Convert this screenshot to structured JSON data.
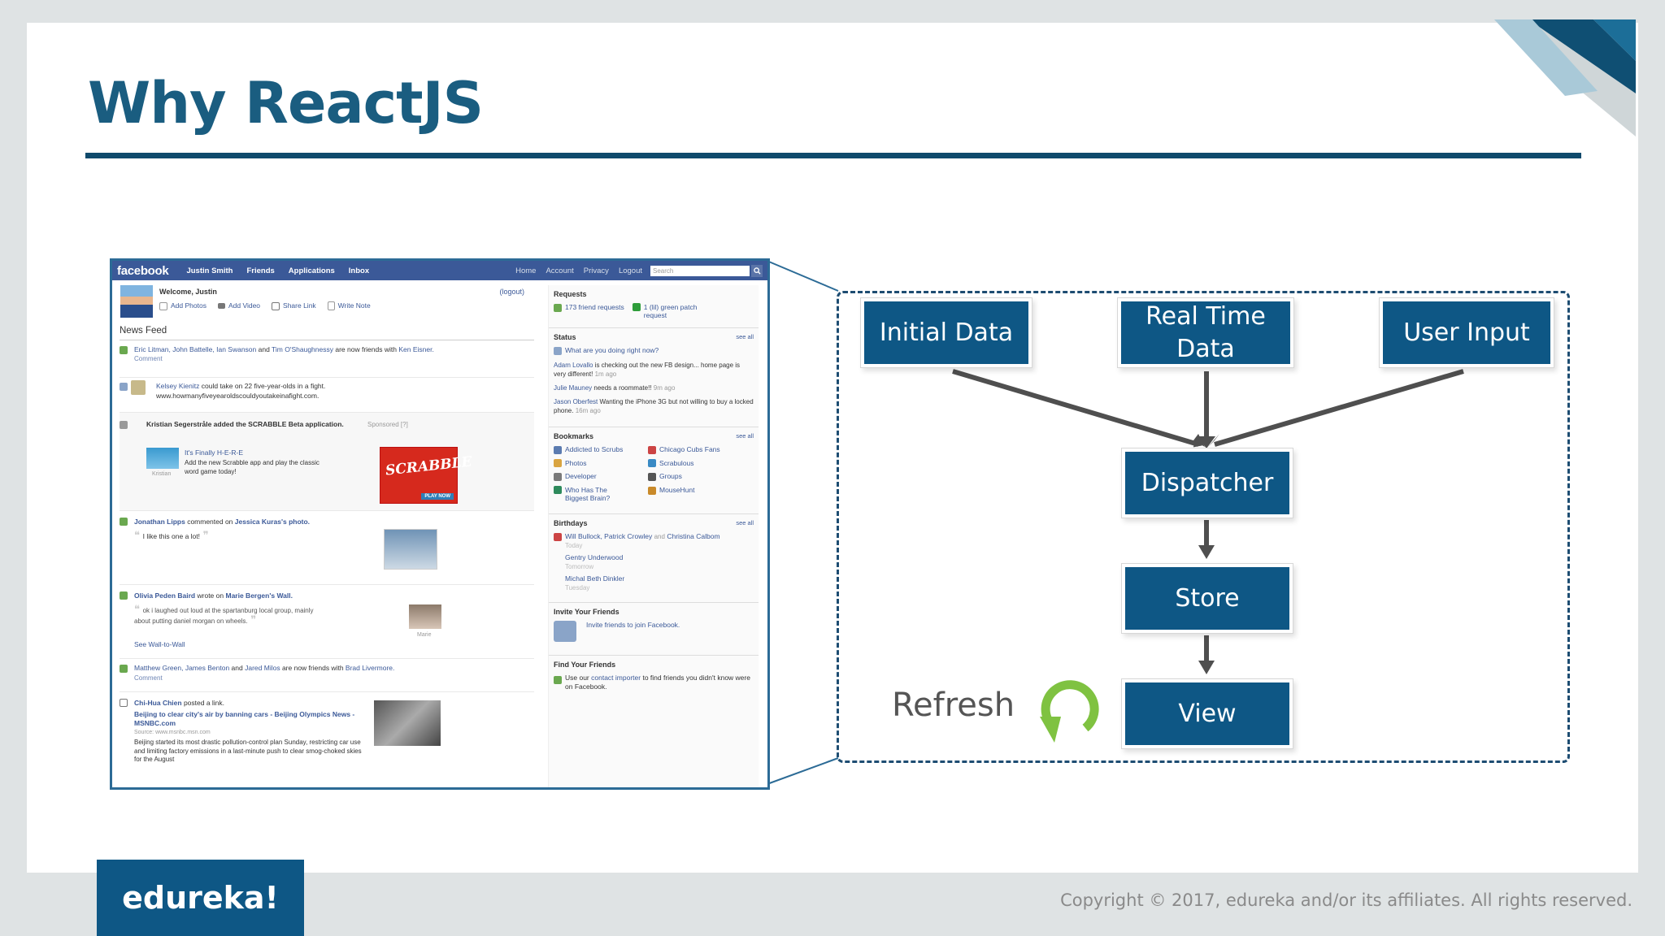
{
  "slide": {
    "title": "Why ReactJS",
    "logo": "edureka!",
    "copyright": "Copyright © 2017, edureka and/or its affiliates. All rights reserved."
  },
  "colors": {
    "title": "#1a5d80",
    "box": "#0e5785",
    "arrow": "#4f4f4f",
    "refresh": "#7fc241",
    "facebook_bar": "#3b5998"
  },
  "diagram": {
    "boxes": {
      "initial_data": "Initial Data",
      "real_time_line1": "Real Time",
      "real_time_line2": "Data",
      "user_input": "User Input",
      "dispatcher": "Dispatcher",
      "store": "Store",
      "view": "View"
    },
    "refresh_label": "Refresh",
    "refresh_icon": "refresh-arrow-icon"
  },
  "facebook": {
    "logo": "facebook",
    "nav": [
      "Justin Smith",
      "Friends",
      "Applications",
      "Inbox"
    ],
    "right_nav": [
      "Home",
      "Account",
      "Privacy",
      "Logout"
    ],
    "search_placeholder": "Search",
    "welcome": "Welcome, Justin",
    "logout": "(logout)",
    "actions": [
      "Add Photos",
      "Add Video",
      "Share Link",
      "Write Note"
    ],
    "news_feed_title": "News Feed",
    "feed": {
      "f1_link": "Eric Litman, John Battelle, Ian Swanson",
      "f1_and": "and",
      "f1_link2": "Tim O'Shaughnessy",
      "f1_text": "are now friends with",
      "f1_link3": "Ken Eisner.",
      "f1_comment": "Comment",
      "f2_link": "Kelsey Kienitz",
      "f2_text": "could take on 22 five-year-olds in a fight.",
      "f2_url": "www.howmanyfiveyearoldscouldyoutakeinafight.com.",
      "f3_text": "Kristian Segerstråle added the SCRABBLE Beta application.",
      "f3_sponsored": "Sponsored [?]",
      "f3_headline": "It's Finally H-E-R-E",
      "f3_body": "Add the new Scrabble app and play the classic word game today!",
      "f3_caption": "Kristian",
      "f3_ad_title": "SCRABBLE",
      "f3_ad_button": "PLAY NOW",
      "f4_link": "Jonathan Lipps",
      "f4_text": "commented on",
      "f4_link2": "Jessica Kuras's photo.",
      "f4_quote": "I like this one a lot!",
      "f5_link": "Olivia Peden Baird",
      "f5_text": "wrote on",
      "f5_link2": "Marie Bergen's Wall.",
      "f5_quote": "ok i laughed out loud at the spartanburg local group, mainly about putting daniel morgan on wheels.",
      "f5_caption": "Marie",
      "f5_see": "See Wall-to-Wall",
      "f6_link": "Matthew Green, James Benton",
      "f6_and": "and",
      "f6_link2": "Jared Milos",
      "f6_text": "are now friends with",
      "f6_link3": "Brad Livermore.",
      "f6_comment": "Comment",
      "f7_link": "Chi-Hua Chien",
      "f7_text": "posted a link.",
      "f7_headline": "Beijing to clear city's air by banning cars - Beijing Olympics News - MSNBC.com",
      "f7_source": "Source: www.msnbc.msn.com",
      "f7_body": "Beijing started its most drastic pollution-control plan Sunday, restricting car use and limiting factory emissions in a last-minute push to clear smog-choked skies for the August"
    },
    "sidebar": {
      "requests_title": "Requests",
      "req_friends": "173 friend requests",
      "req_patch": "1 (lil) green patch request",
      "status_title": "Status",
      "see_all": "see all",
      "status_prompt": "What are you doing right now?",
      "s1_link": "Adam Lovallo",
      "s1_text": "is checking out the new FB design... home page is very different!",
      "s1_time": "1m ago",
      "s2_link": "Julie Mauney",
      "s2_text": "needs a roommate!!",
      "s2_time": "9m ago",
      "s3_link": "Jason Oberfest",
      "s3_text": "Wanting the iPhone 3G but not willing to buy a locked phone.",
      "s3_time": "16m ago",
      "bookmarks_title": "Bookmarks",
      "bookmarks": [
        "Addicted to Scrubs",
        "Chicago Cubs Fans",
        "Photos",
        "Scrabulous",
        "Developer",
        "Groups",
        "Who Has The Biggest Brain?",
        "MouseHunt"
      ],
      "birthdays_title": "Birthdays",
      "b1_link": "Will Bullock, Patrick Crowley",
      "b1_and": "and",
      "b1_link2": "Christina Calbom",
      "b1_day": "Today",
      "b2_link": "Gentry Underwood",
      "b2_day": "Tomorrow",
      "b3_link": "Michal Beth Dinkler",
      "b3_day": "Tuesday",
      "invite_title": "Invite Your Friends",
      "invite_text": "Invite friends to join Facebook.",
      "find_title": "Find Your Friends",
      "find_pre": "Use our",
      "find_link": "contact importer",
      "find_post": "to find friends you didn't know were on Facebook."
    }
  }
}
